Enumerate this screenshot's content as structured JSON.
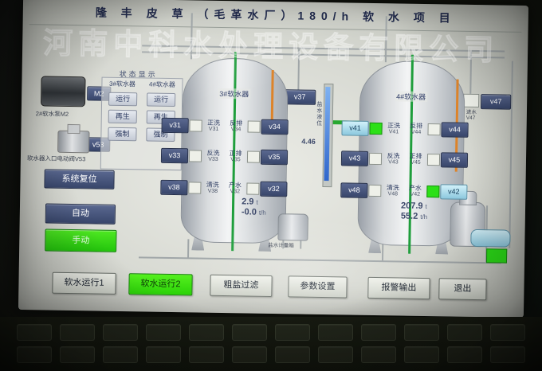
{
  "window": {
    "title": "隆 丰 皮 草 （毛革水厂）180/h 软 水 项 目"
  },
  "watermark": "河南中科水处理设备有限公司",
  "colors": {
    "accent_navy": "#38466b",
    "active_green": "#2ce017",
    "active_cyan": "#8cc8de",
    "pipe_green": "#28a830",
    "pipe_orange": "#dd8329",
    "level_blue": "#2f66cc"
  },
  "sidebar": {
    "pump_tag": "M2",
    "pump_caption": "2#软水泵M2",
    "valve_tag": "v53",
    "valve_caption": "软水器入口电动阀V53",
    "reset_button": "系统复位",
    "auto_button": "自动",
    "manual_button": "手动"
  },
  "status_panel": {
    "title": "状态显示",
    "columns": [
      "3#软水器",
      "4#软水器"
    ],
    "rows": [
      [
        "运行",
        "运行"
      ],
      [
        "再生",
        "再生"
      ],
      [
        "强制",
        "强制"
      ]
    ]
  },
  "tank1": {
    "label": "3#软水器",
    "rows": [
      {
        "left_btn": "v31",
        "l1": "正洗",
        "l1s": "V31",
        "l2": "反排",
        "l2s": "V34",
        "right_btn": "v34"
      },
      {
        "left_btn": "v33",
        "l1": "反洗",
        "l1s": "V33",
        "l2": "正排",
        "l2s": "V35",
        "right_btn": "v35"
      },
      {
        "left_btn": "v38",
        "l1": "清洗",
        "l1s": "V38",
        "l2": "产水",
        "l2s": "V32",
        "right_btn": "v32"
      }
    ],
    "value1": "2.9",
    "unit1": "t",
    "value2": "-0.0",
    "unit2": "t/h"
  },
  "tank2": {
    "label": "4#软水器",
    "rows": [
      {
        "left_btn": "v41",
        "l1": "正洗",
        "l1s": "V41",
        "l2": "反排",
        "l2s": "V44",
        "right_btn": "v44"
      },
      {
        "left_btn": "v43",
        "l1": "反洗",
        "l1s": "V43",
        "l2": "正排",
        "l2s": "V45",
        "right_btn": "v45"
      },
      {
        "left_btn": "v48",
        "l1": "清洗",
        "l1s": "V48",
        "l2": "产水",
        "l2s": "V42",
        "right_btn": "v42"
      }
    ],
    "value1": "207.9",
    "unit1": "t",
    "value2": "55.2",
    "unit2": "t/h"
  },
  "middle": {
    "v37": "v37",
    "level_label": "盐水液位",
    "level_value": "4.46"
  },
  "top_right": {
    "v47": "v47",
    "caption_line1": "进水",
    "caption_line2": "V47"
  },
  "bottom_labels": {
    "vessel_caption": "盐水计量箱"
  },
  "nav": {
    "buttons": [
      {
        "label": "软水运行1",
        "active": false
      },
      {
        "label": "软水运行2",
        "active": true
      },
      {
        "label": "粗盐过滤",
        "active": false
      },
      {
        "label": "参数设置",
        "active": false
      },
      {
        "label": "报警输出",
        "active": false
      },
      {
        "label": "退出",
        "active": false
      }
    ]
  }
}
